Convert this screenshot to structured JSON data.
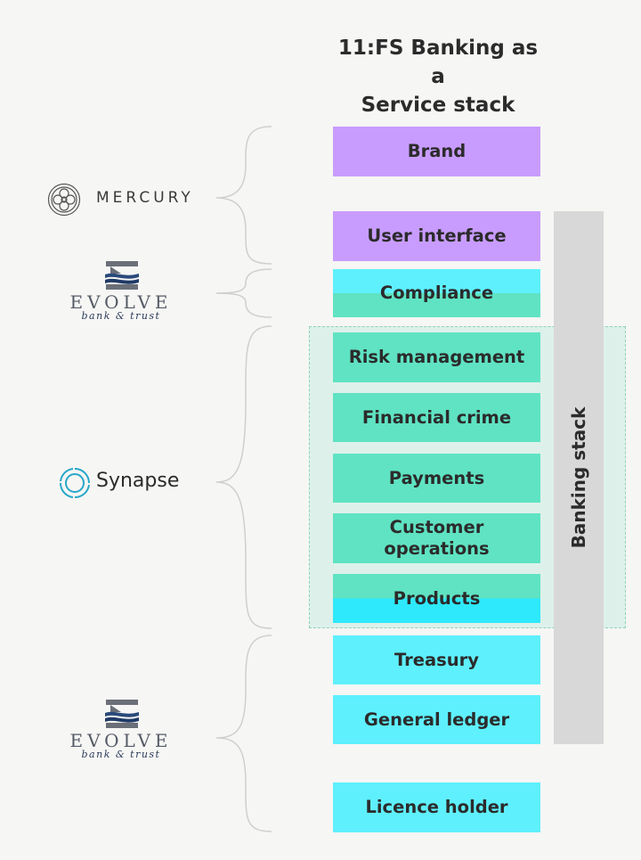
{
  "title": {
    "line1": "11:FS Banking as a",
    "line2": "Service stack"
  },
  "stack": {
    "brand": "Brand",
    "user_interface": "User interface",
    "compliance": "Compliance",
    "risk_management": "Risk management",
    "financial_crime": "Financial crime",
    "payments": "Payments",
    "customer_operations_1": "Customer",
    "customer_operations_2": "operations",
    "products": "Products",
    "treasury": "Treasury",
    "general_ledger": "General ledger",
    "licence_holder": "Licence holder"
  },
  "banking_stack_label": "Banking stack",
  "providers": {
    "mercury": "MERCURY",
    "evolve_top": {
      "name": "EVOLVE",
      "sub": "bank & trust"
    },
    "synapse": "Synapse",
    "evolve_bottom": {
      "name": "EVOLVE",
      "sub": "bank & trust"
    }
  },
  "colors": {
    "purple": "#c89cff",
    "green": "#5fe3c3",
    "cyan": "#5ef0fd",
    "banking_stack": "#d8d8d8",
    "synapse_region": "#ddf1ea"
  }
}
